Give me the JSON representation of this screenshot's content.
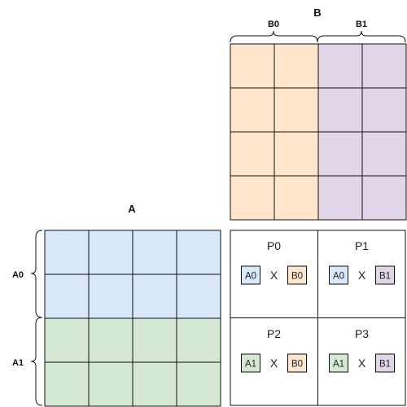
{
  "colors": {
    "block_A0": "#dae8fc",
    "block_A1": "#d5e8d4",
    "block_B0": "#ffe6cc",
    "block_B1": "#e1d5e7",
    "grid_line": "#111111",
    "background": "#ffffff"
  },
  "matrix_A": {
    "title": "A",
    "rows": 4,
    "cols": 4,
    "blocks": [
      {
        "label": "A0",
        "color_key": "block_A0"
      },
      {
        "label": "A1",
        "color_key": "block_A1"
      }
    ]
  },
  "matrix_B": {
    "title": "B",
    "rows": 4,
    "cols": 4,
    "blocks": [
      {
        "label": "B0",
        "color_key": "block_B0"
      },
      {
        "label": "B1",
        "color_key": "block_B1"
      }
    ]
  },
  "operator": "X",
  "processors": [
    {
      "name": "P0",
      "left": "A0",
      "left_color": "block_A0",
      "right": "B0",
      "right_color": "block_B0"
    },
    {
      "name": "P1",
      "left": "A0",
      "left_color": "block_A0",
      "right": "B1",
      "right_color": "block_B1"
    },
    {
      "name": "P2",
      "left": "A1",
      "left_color": "block_A1",
      "right": "B0",
      "right_color": "block_B0"
    },
    {
      "name": "P3",
      "left": "A1",
      "left_color": "block_A1",
      "right": "B1",
      "right_color": "block_B1"
    }
  ]
}
